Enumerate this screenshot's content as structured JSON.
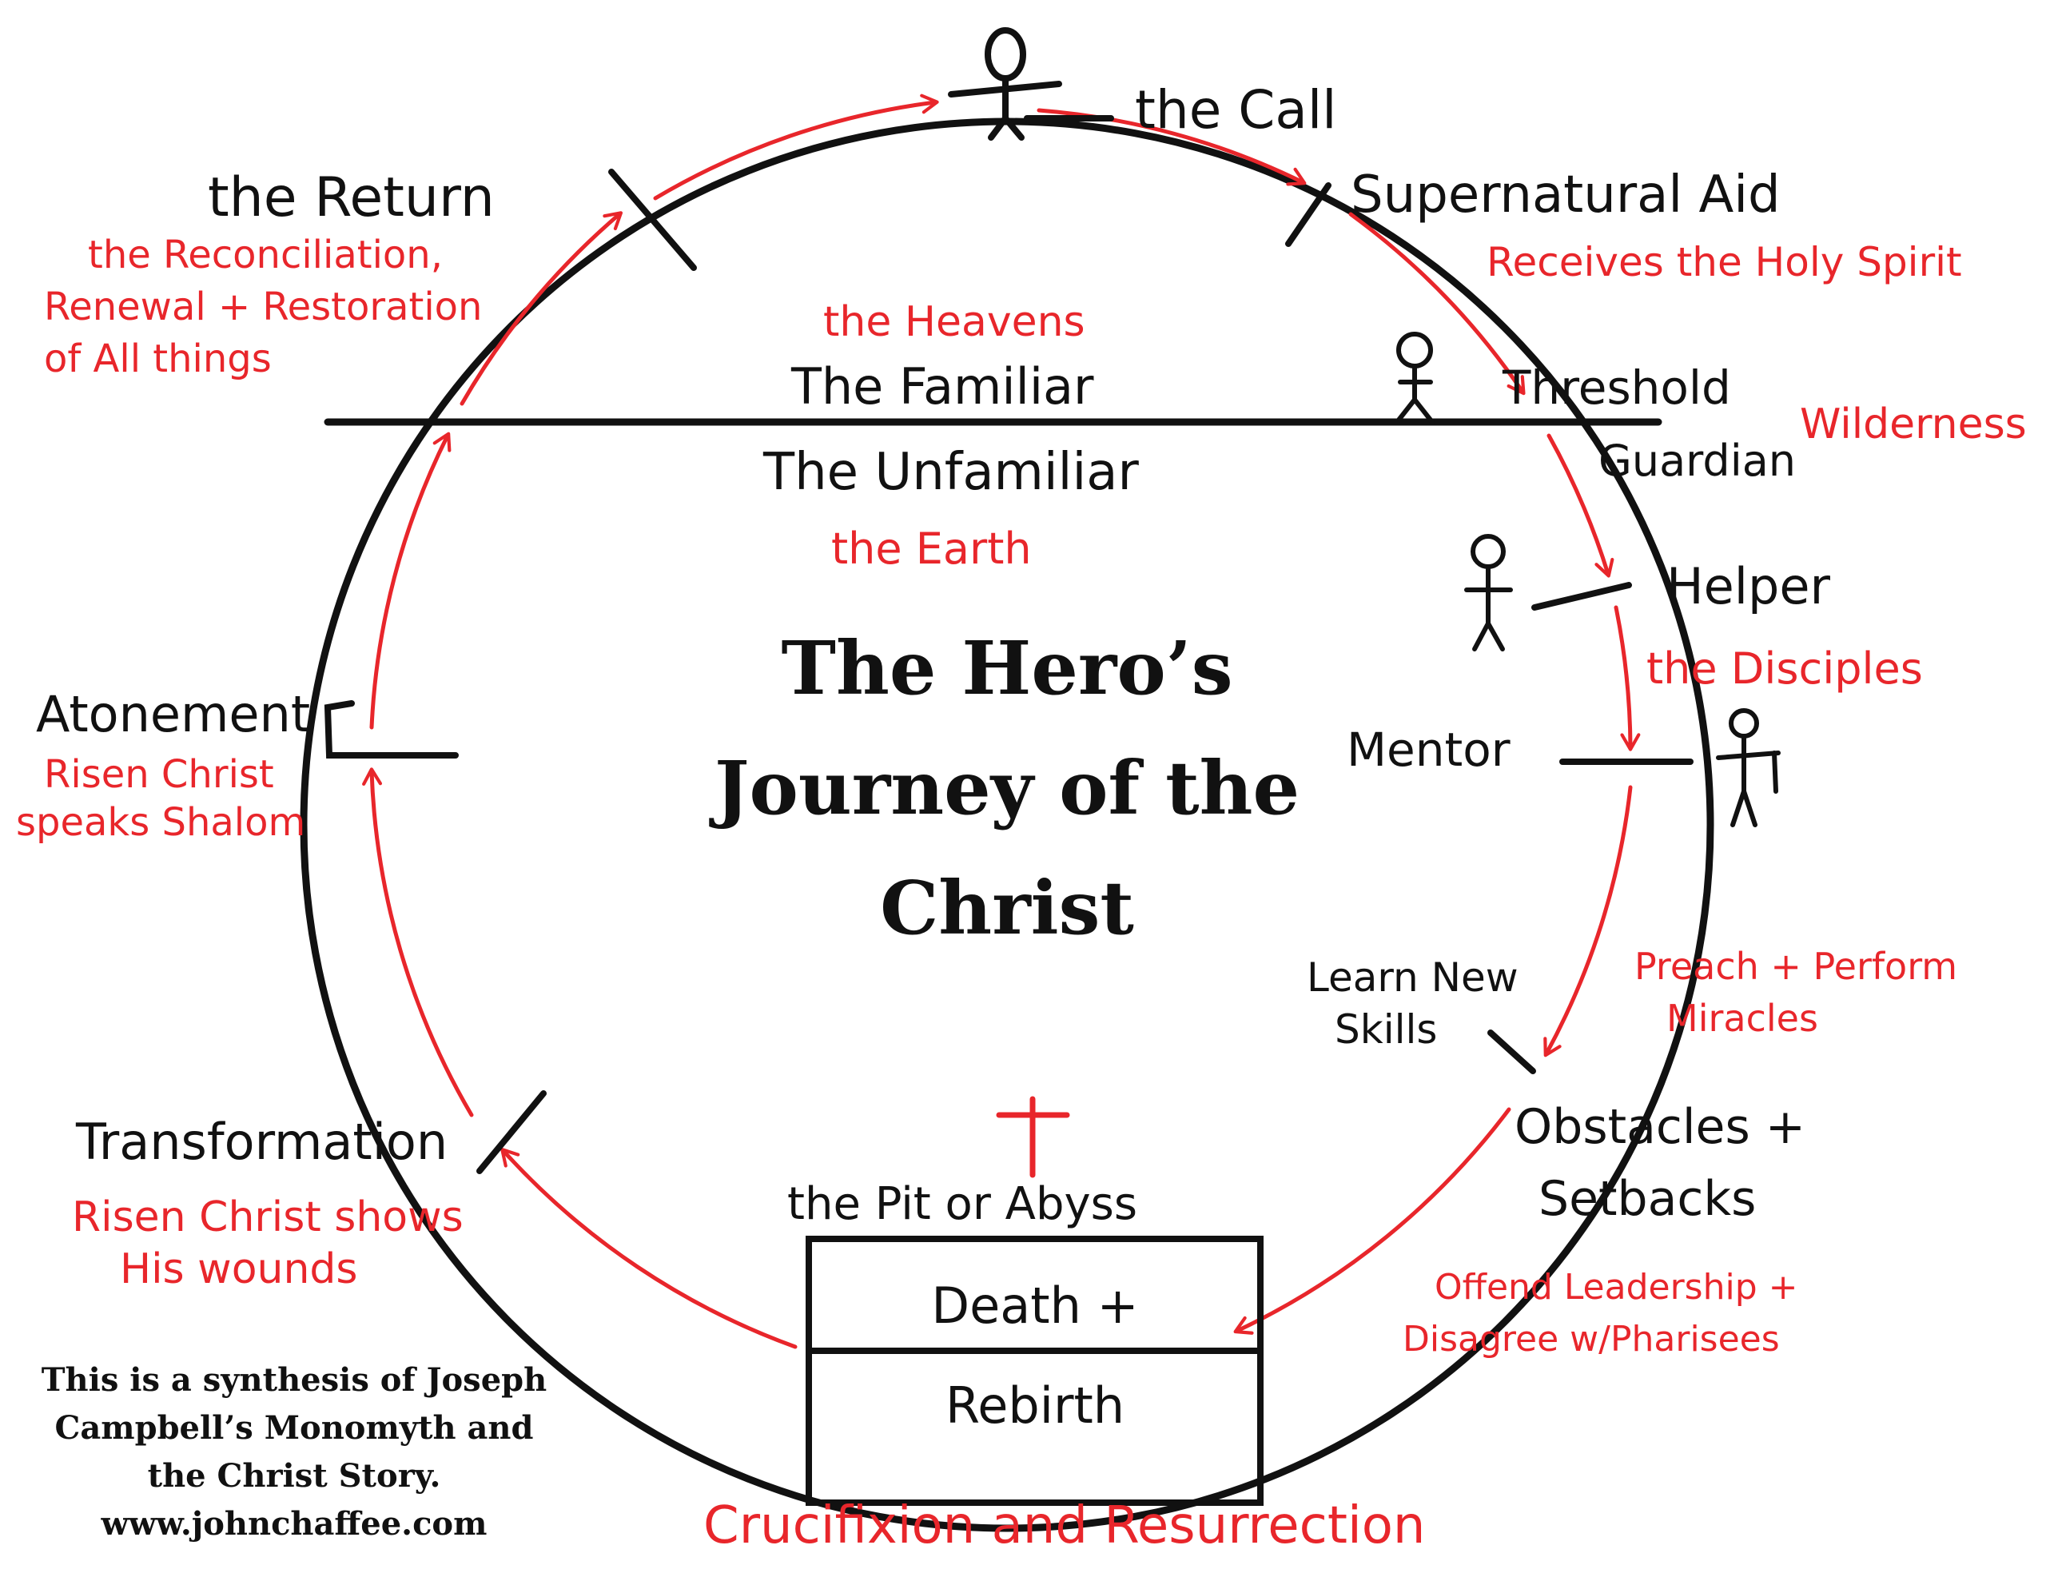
{
  "colors": {
    "ink": "#111111",
    "accent": "#e8262b",
    "background": "#ffffff"
  },
  "title": {
    "line1": "The Hero’s",
    "line2": "Journey of the",
    "line3": "Christ"
  },
  "credit": {
    "line1": "This is a synthesis of Joseph",
    "line2": "Campbell’s Monomyth and",
    "line3": "the Christ Story.",
    "line4": "www.johnchaffee.com"
  },
  "realms": {
    "heavens": "the Heavens",
    "familiar": "The Familiar",
    "unfamiliar": "The Unfamiliar",
    "earth": "the Earth"
  },
  "stages": {
    "call": {
      "label": "the Call"
    },
    "supernatural_aid": {
      "label": "Supernatural Aid",
      "christ": "Receives the Holy Spirit"
    },
    "threshold": {
      "label1": "Threshold",
      "label2": "Guardian",
      "christ": "Wilderness"
    },
    "helper": {
      "label": "Helper",
      "christ": "the Disciples"
    },
    "mentor": {
      "label": "Mentor"
    },
    "skills": {
      "label1": "Learn New",
      "label2": "Skills",
      "christ1": "Preach + Perform",
      "christ2": "Miracles"
    },
    "obstacles": {
      "label1": "Obstacles +",
      "label2": "Setbacks",
      "christ1": "Offend Leadership +",
      "christ2": "Disagree w/Pharisees"
    },
    "abyss": {
      "label": "the Pit or Abyss",
      "box1": "Death +",
      "box2": "Rebirth",
      "christ": "Crucifixion and Resurrection"
    },
    "transformation": {
      "label": "Transformation",
      "christ1": "Risen Christ shows",
      "christ2": "His wounds"
    },
    "atonement": {
      "label": "Atonement",
      "christ1": "Risen Christ",
      "christ2": "speaks Shalom"
    },
    "return": {
      "label": "the Return",
      "christ1": "the Reconciliation,",
      "christ2": "Renewal + Restoration",
      "christ3": "of All things"
    }
  }
}
